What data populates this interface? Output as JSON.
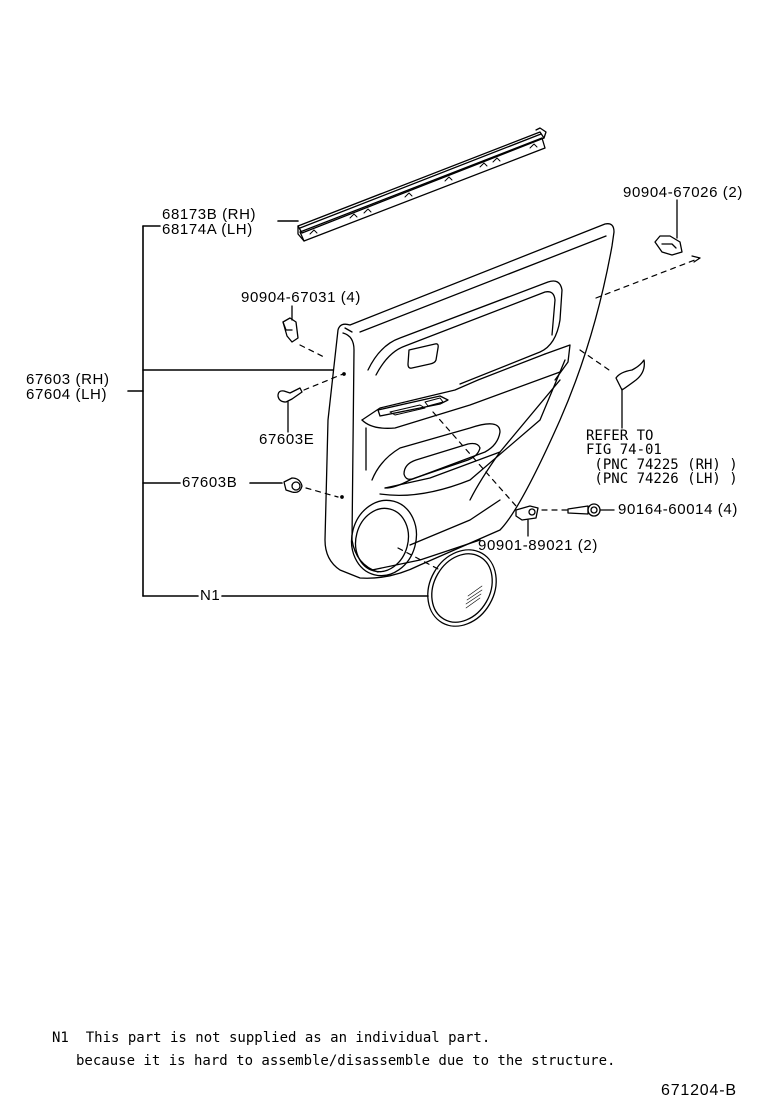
{
  "diagram": {
    "type": "exploded parts diagram",
    "subject": "Rear door trim panel",
    "figure_number": "671204-B",
    "callouts": [
      {
        "id": "weatherstrip",
        "lines": [
          "68173B (RH)",
          "68174A (LH)"
        ]
      },
      {
        "id": "clip-upper-right",
        "lines": [
          "90904-67026 (2)"
        ]
      },
      {
        "id": "clip-upper-left",
        "lines": [
          "90904-67031 (4)"
        ]
      },
      {
        "id": "door-trim-board",
        "lines": [
          "67603 (RH)",
          "67604 (LH)"
        ]
      },
      {
        "id": "clip-e",
        "lines": [
          "67603E"
        ]
      },
      {
        "id": "clip-b",
        "lines": [
          "67603B"
        ]
      },
      {
        "id": "refer-to",
        "lines": [
          "REFER TO",
          "FIG 74-01",
          " (PNC 74225 (RH) )",
          " (PNC 74226 (LH) )"
        ]
      },
      {
        "id": "screw",
        "lines": [
          "90164-60014 (4)"
        ]
      },
      {
        "id": "nut-clip",
        "lines": [
          "90901-89021 (2)"
        ]
      },
      {
        "id": "speaker-grille",
        "lines": [
          "N1"
        ]
      }
    ],
    "notes": {
      "line1": "N1  This part is not supplied as an individual part.",
      "line2": "because it is hard to assemble/disassemble due to the structure."
    }
  }
}
